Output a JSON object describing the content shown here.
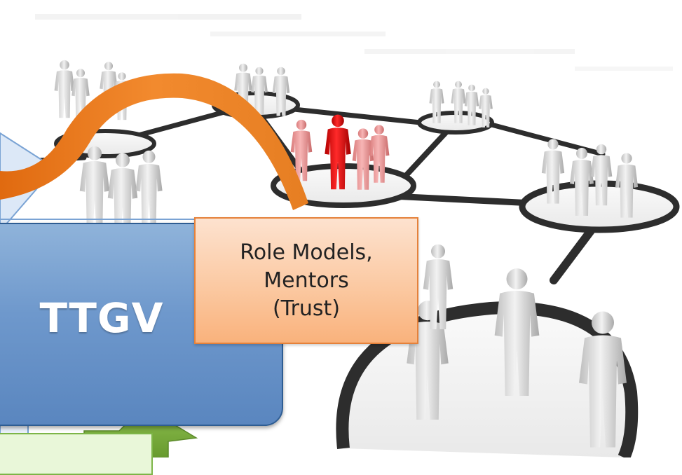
{
  "diagram": {
    "ttgv_label": "TTGV",
    "role_box": {
      "lines": [
        "Role Models,",
        "Mentors",
        "(Trust)"
      ]
    }
  },
  "colors": {
    "ttgv_fill": "#6e98cc",
    "ttgv_border": "#2e5d93",
    "role_fill": "#fbc9a2",
    "role_border": "#e5813a",
    "orange_arrow": "#e67e22",
    "green_arrow": "#78a83b",
    "highlight_figures": "#e11b1b",
    "network_figures": "#d9d9d9"
  },
  "icons": {
    "people": "person-figure-icon",
    "highlighted_group": "red-person-group-icon"
  }
}
